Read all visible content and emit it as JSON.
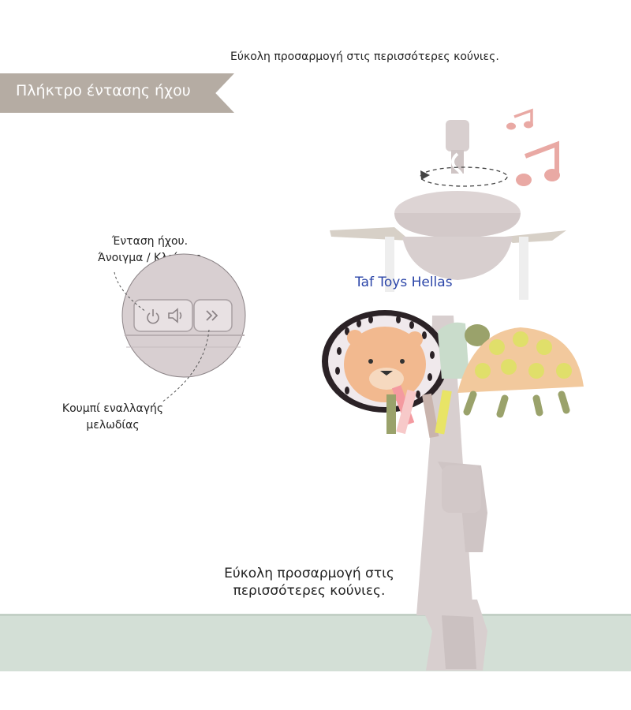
{
  "top_caption": "Εύκολη προσαρμογή στις περισσότερες κούνιες.",
  "banner": {
    "label": "Πλήκτρο έντασης ήχου",
    "color": "#b5aca3"
  },
  "callouts": {
    "volume_line1": "Ένταση ήχου.",
    "volume_line2": "Άνοιγμα / Κλείσιμο",
    "melody_line1": "Κουμπί εναλλαγής",
    "melody_line2": "μελωδίας"
  },
  "watermark": "Taf Toys Hellas",
  "bottom_caption": {
    "line1": "Εύκολη προσαρμογή στις",
    "line2": "περισσότερες κούνιες."
  },
  "icons": [
    "power-icon",
    "volume-icon",
    "next-melody-icon",
    "music-note-icon",
    "rotate-arrow-icon"
  ],
  "colors": {
    "mobile_body": "#d8cfcf",
    "music_notes": "#e9a9a4",
    "floor": "#d3dfd6"
  }
}
